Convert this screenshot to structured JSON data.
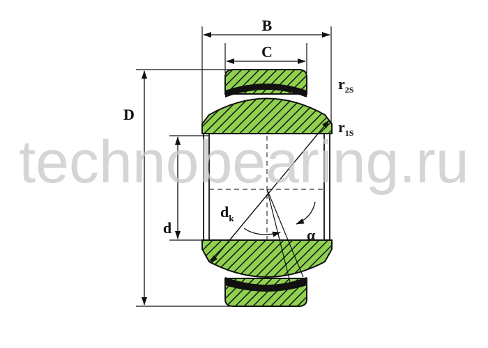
{
  "diagram": {
    "title": "Spherical plain bearing dimensions",
    "labels": {
      "B": "B",
      "C": "C",
      "D": "D",
      "d": "d",
      "dk_main": "d",
      "dk_sub": "k",
      "alpha": "α",
      "r2s_main": "r",
      "r2s_sub": "2S",
      "r1s_main": "r",
      "r1s_sub": "1S"
    },
    "watermark": "technobearing.ru",
    "colors": {
      "fill": "#8fd14f",
      "hatch": "#111111",
      "line": "#111111"
    }
  }
}
